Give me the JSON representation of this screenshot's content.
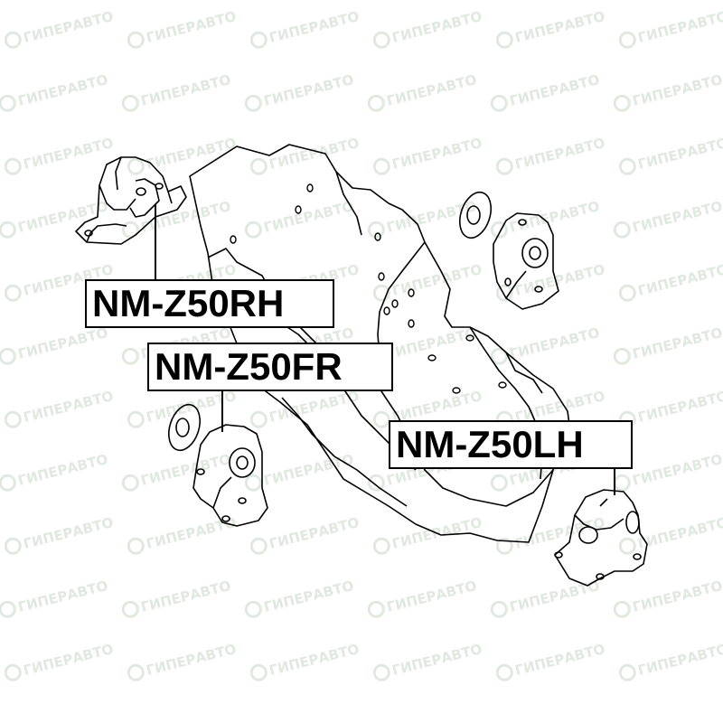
{
  "watermark": {
    "text": "ГИПЕРАВТО",
    "logo_icon": "gipertavto-logo-icon",
    "color": "#dfe9df"
  },
  "labels": {
    "rh": "NM-Z50RH",
    "fr": "NM-Z50FR",
    "lh": "NM-Z50LH"
  },
  "parts": [
    {
      "name": "engine-mount-rh",
      "label_ref": "rh"
    },
    {
      "name": "engine-mount-fr",
      "label_ref": "fr"
    },
    {
      "name": "engine-mount-lh",
      "label_ref": "lh"
    },
    {
      "name": "engine-mount-rear"
    }
  ]
}
